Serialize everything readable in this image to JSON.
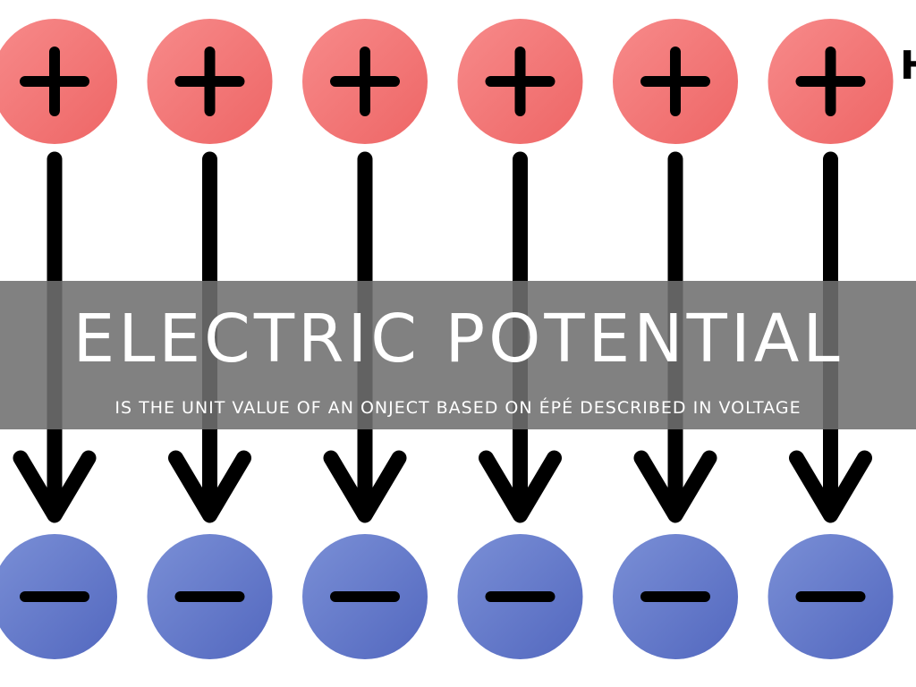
{
  "slide": {
    "title": "ELECTRIC POTENTIAL",
    "subtitle": "IS THE UNIT VALUE OF AN ONJECT BASED ON ÉPÉ DESCRIBED IN VOLTAGE",
    "edge_text": "H"
  },
  "diagram": {
    "charge_pairs": 6,
    "positive_symbol": "plus-icon",
    "negative_symbol": "minus-icon",
    "arrow_symbol": "arrow-down-icon",
    "colors": {
      "positive": "#f27a7a",
      "negative": "#6a80cc",
      "arrow": "#000000",
      "band": "#707070",
      "text": "#ffffff"
    }
  }
}
